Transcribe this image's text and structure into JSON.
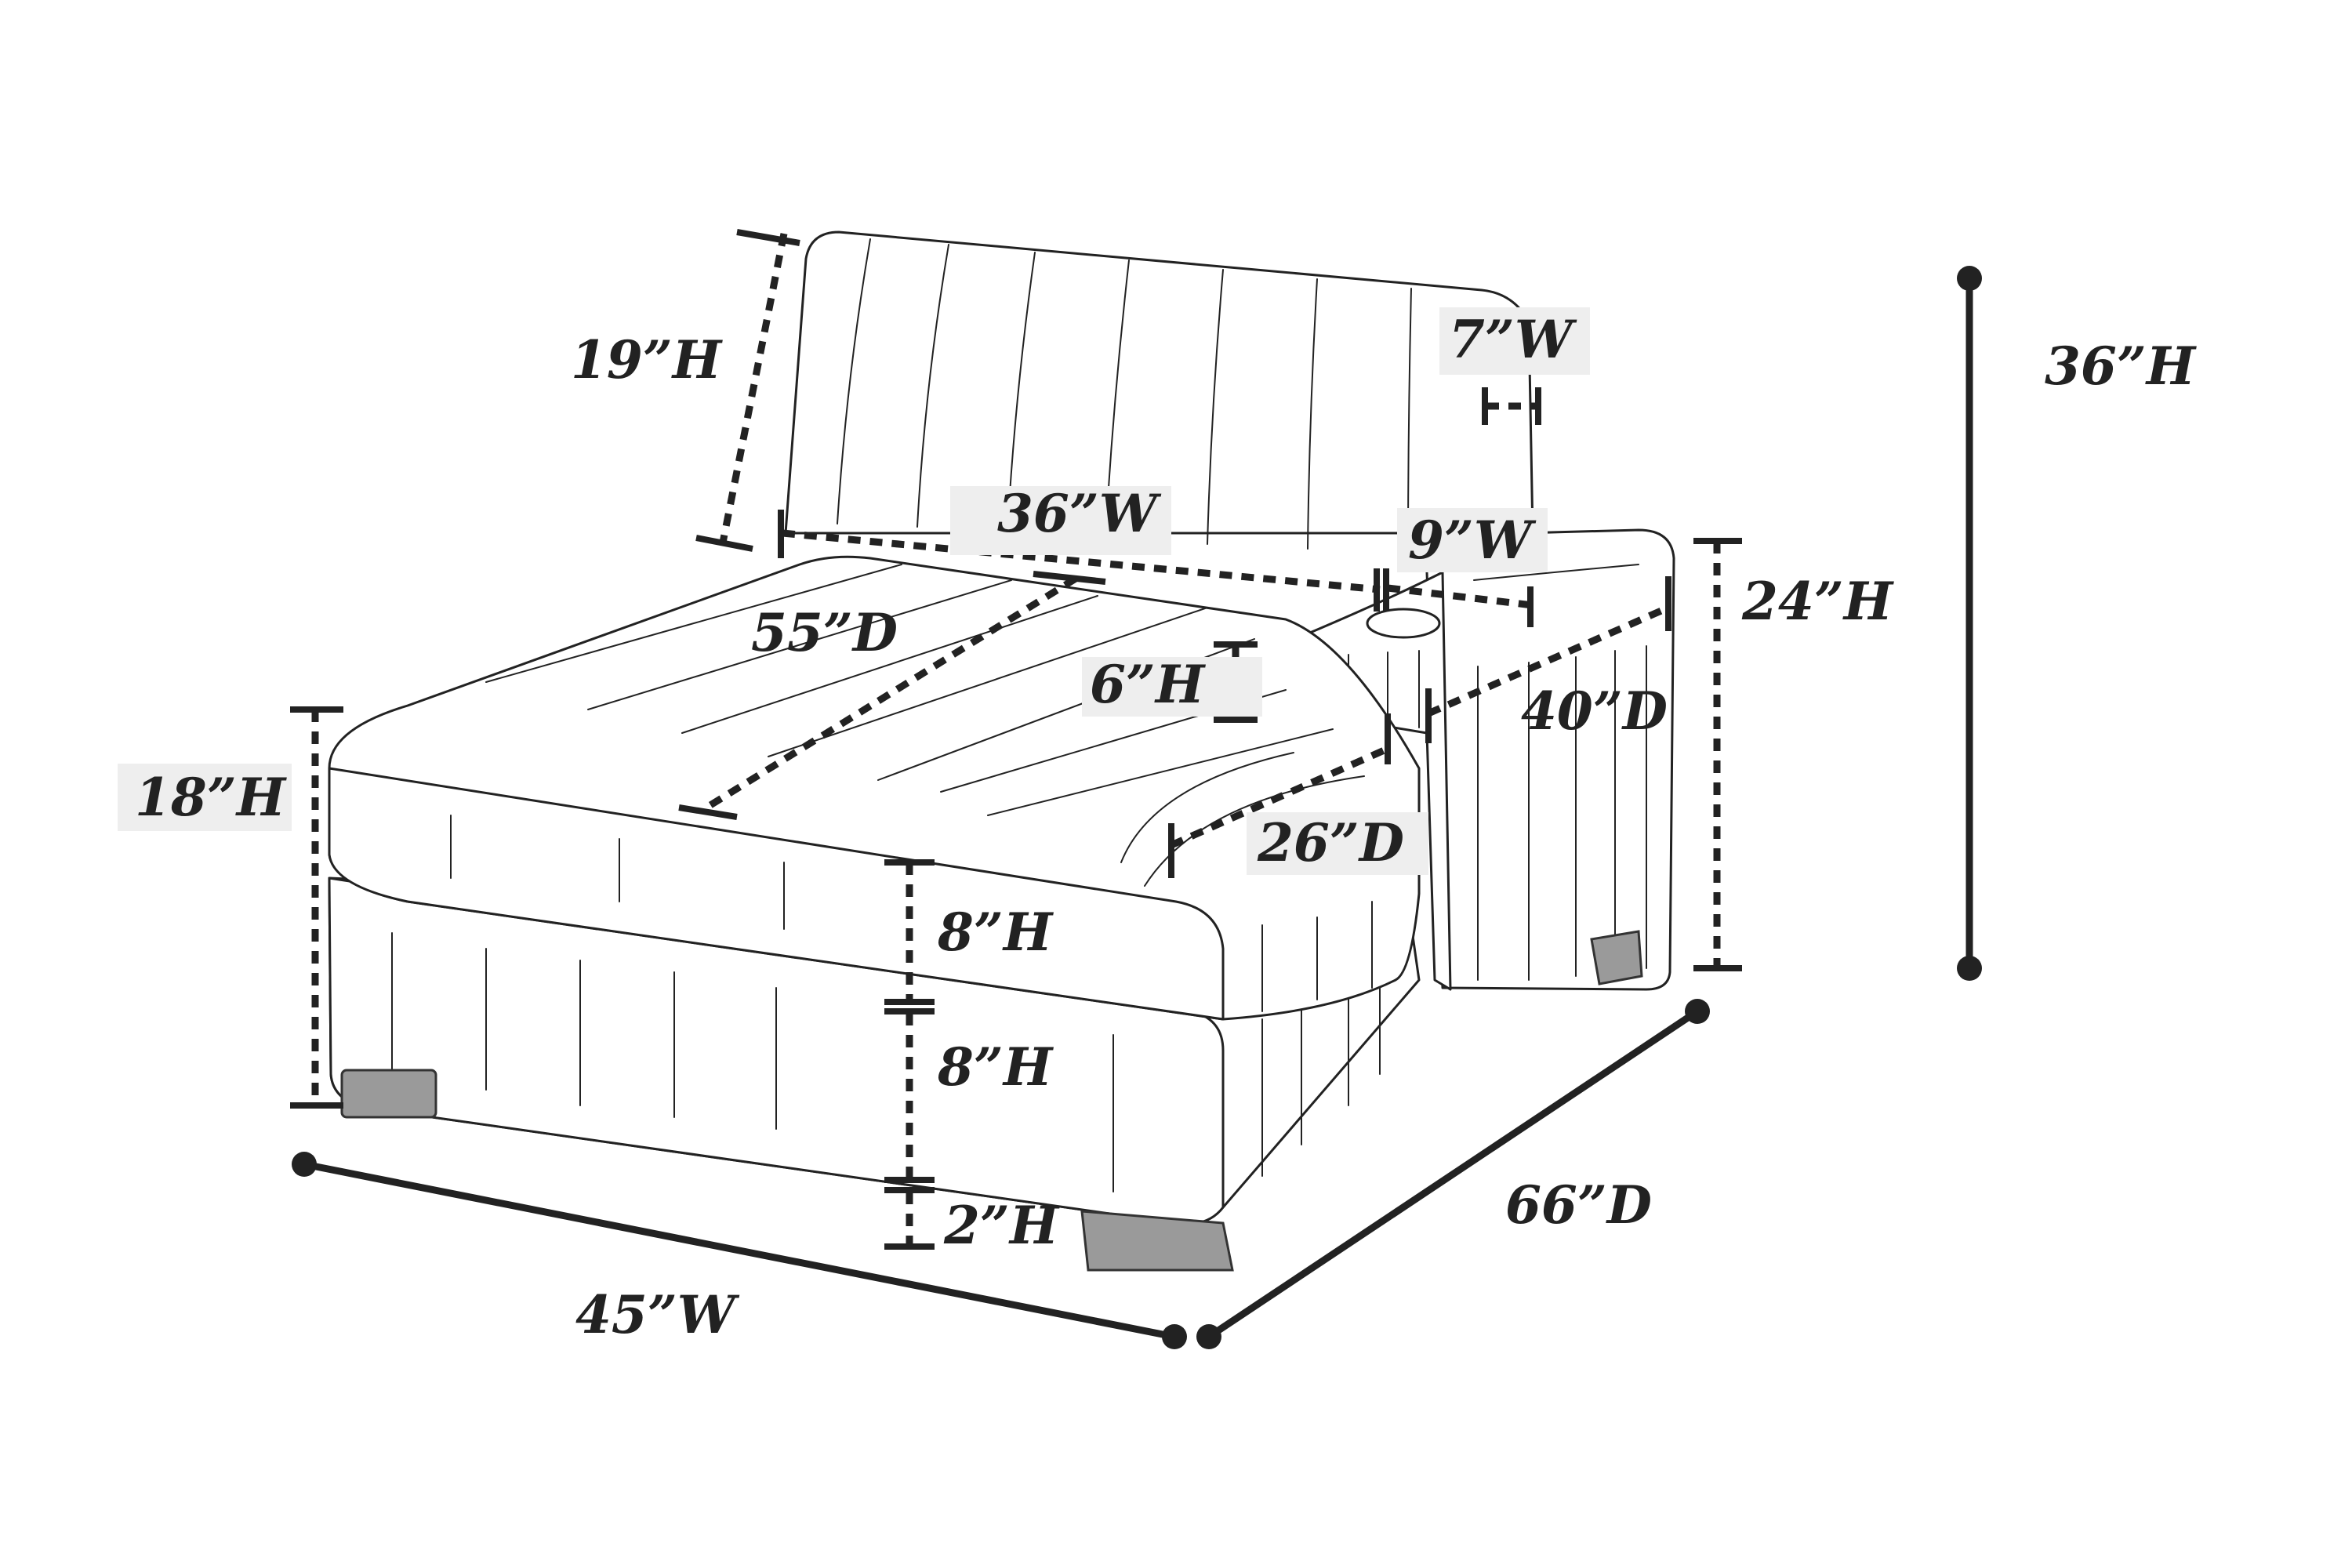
{
  "colors": {
    "line": "#222222",
    "label_background": "#eeeeee",
    "legs": "#9a9a9a",
    "background": "#ffffff"
  },
  "dimensions": {
    "back_height": "19”H",
    "armrest_width": "7”W",
    "overall_height": "36”H",
    "back_width": "36”W",
    "console_width": "9”W",
    "arm_height": "24”H",
    "seat_depth": "55”D",
    "console_height": "6”H",
    "console_depth": "40”D",
    "seat_height": "18”H",
    "cushion_depth": "26”D",
    "cushion_height": "8”H",
    "base_height": "8”H",
    "leg_height": "2”H",
    "overall_depth": "66”D",
    "overall_width": "45”W"
  }
}
